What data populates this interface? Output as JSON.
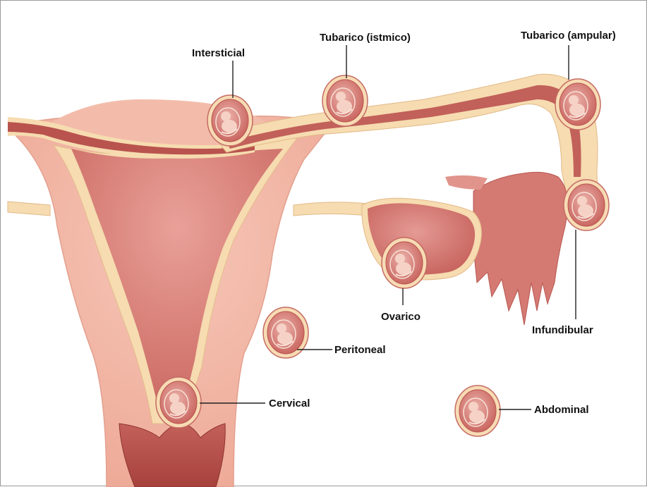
{
  "labels": {
    "intersticial": "Intersticial",
    "istmico": "Tubarico (istmico)",
    "ampular": "Tubarico (ampular)",
    "ovarico": "Ovarico",
    "infundibular": "Infundibular",
    "peritoneal": "Peritoneal",
    "cervical": "Cervical",
    "abdominal": "Abdominal"
  },
  "colors": {
    "uterus_outer": "#f3b8a6",
    "uterus_inner": "#d47a73",
    "lining": "#f6dcb0",
    "tube_inner": "#bf5a55",
    "sac_fill": "#d98a86",
    "embryo": "#f6d2c6",
    "cervix_dark": "#9c3c37"
  }
}
